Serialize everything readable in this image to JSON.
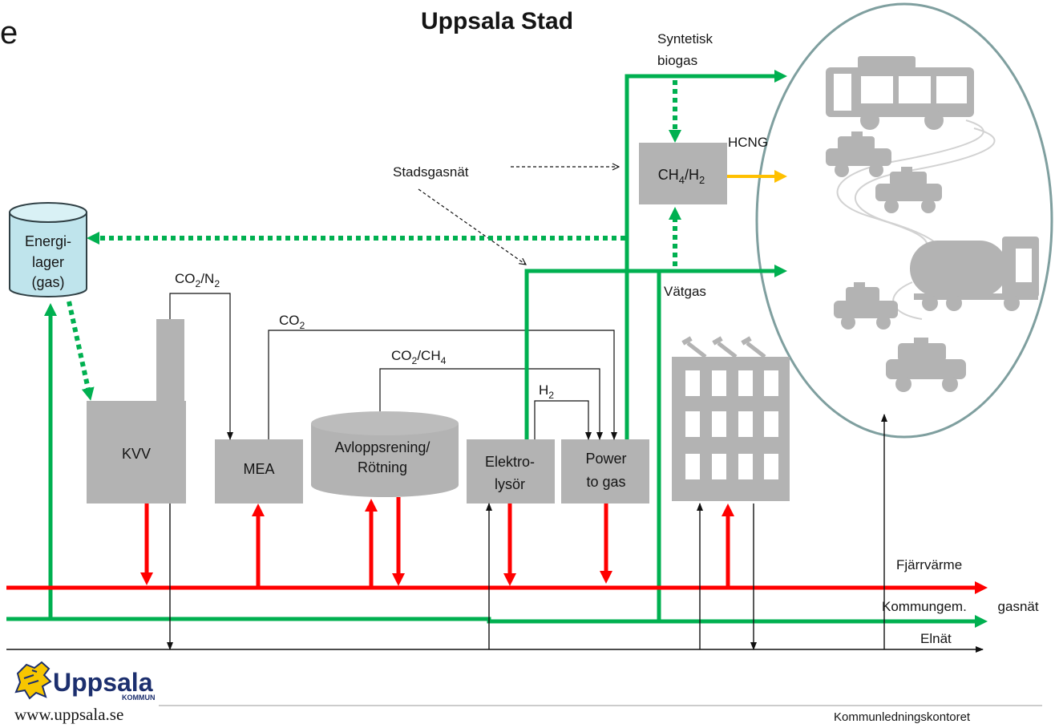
{
  "title": "Uppsala Stad",
  "edge_fragment": "e",
  "nodes": {
    "energilager": [
      "Energi-",
      "lager",
      "(gas)"
    ],
    "kvv": "KVV",
    "mea": "MEA",
    "avlopp": [
      "Avloppsrening/",
      "Rötning"
    ],
    "elektrolysor": [
      "Elektro-",
      "lysör"
    ],
    "power_to_gas": [
      "Power",
      "to gas"
    ],
    "ch4_h2": "CH4/H2"
  },
  "flows": {
    "co2_n2": "CO2/N2",
    "co2": "CO2",
    "co2_ch4": "CO2/CH4",
    "h2": "H2",
    "syntetisk_biogas": [
      "Syntetisk",
      "biogas"
    ],
    "hcng": "HCNG",
    "vatgas": "Vätgas",
    "stadsgasnat": "Stadsgasnät"
  },
  "networks": {
    "fjarrvarme": "Fjärrvärme",
    "gasnat": "Kommungem. gasnät",
    "elnat": "Elnät"
  },
  "footer": {
    "logo_word": "Uppsala",
    "logo_sub": "KOMMUN",
    "website": "www.uppsala.se",
    "department": "Kommunledningskontoret"
  },
  "colors": {
    "district_heating": "#ff0000",
    "gas": "#00b050",
    "hcng": "#ffc000",
    "component_fill": "#b3b3b3",
    "storage_fill": "#bfe4ec",
    "logo_navy": "#1c2f6e",
    "logo_yellow": "#f7c600"
  }
}
